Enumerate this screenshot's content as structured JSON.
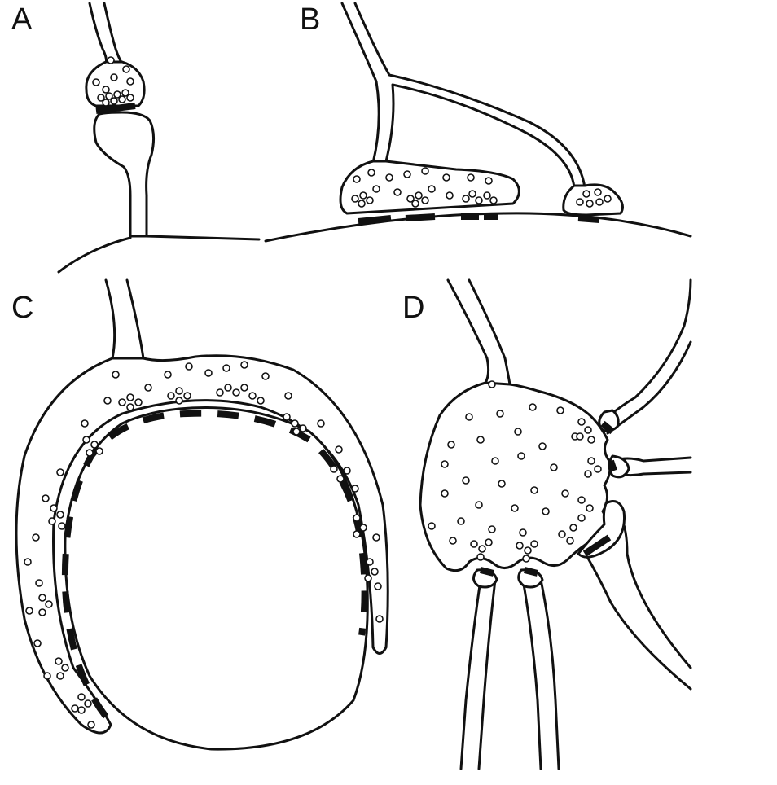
{
  "panels": {
    "a": {
      "label": "A"
    },
    "b": {
      "label": "B"
    },
    "c": {
      "label": "C"
    },
    "d": {
      "label": "D"
    }
  },
  "colors": {
    "ink": "#111111",
    "background": "#ffffff"
  }
}
